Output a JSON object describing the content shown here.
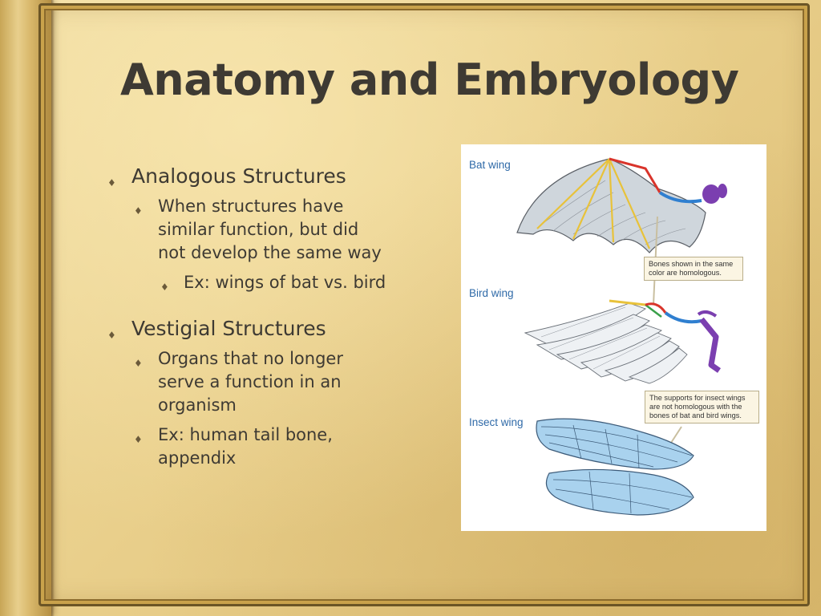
{
  "slide": {
    "title": "Anatomy and Embryology",
    "bullets": [
      {
        "level": 1,
        "text": "Analogous Structures"
      },
      {
        "level": 2,
        "text": "When structures have similar function, but did not develop the same way"
      },
      {
        "level": 3,
        "text": "Ex: wings of bat vs. bird"
      },
      {
        "level": 1,
        "text": "Vestigial Structures"
      },
      {
        "level": 2,
        "text": "Organs that no longer serve a function in an organism"
      },
      {
        "level": 2,
        "text": "Ex: human tail bone, appendix"
      }
    ]
  },
  "figure": {
    "labels": {
      "bat": "Bat wing",
      "bird": "Bird wing",
      "insect": "Insect wing"
    },
    "callouts": {
      "homologous": "Bones shown in the same color are homologous.",
      "insect": "The supports for insect wings are not homologous with the bones of bat and bird wings."
    },
    "colors": {
      "label": "#2f6aa8",
      "bone_yellow": "#e8c23a",
      "bone_red": "#d9342b",
      "bone_blue": "#2f7fd0",
      "bone_purple": "#7b3fb0",
      "insect_wing": "#a9d2ee"
    }
  }
}
